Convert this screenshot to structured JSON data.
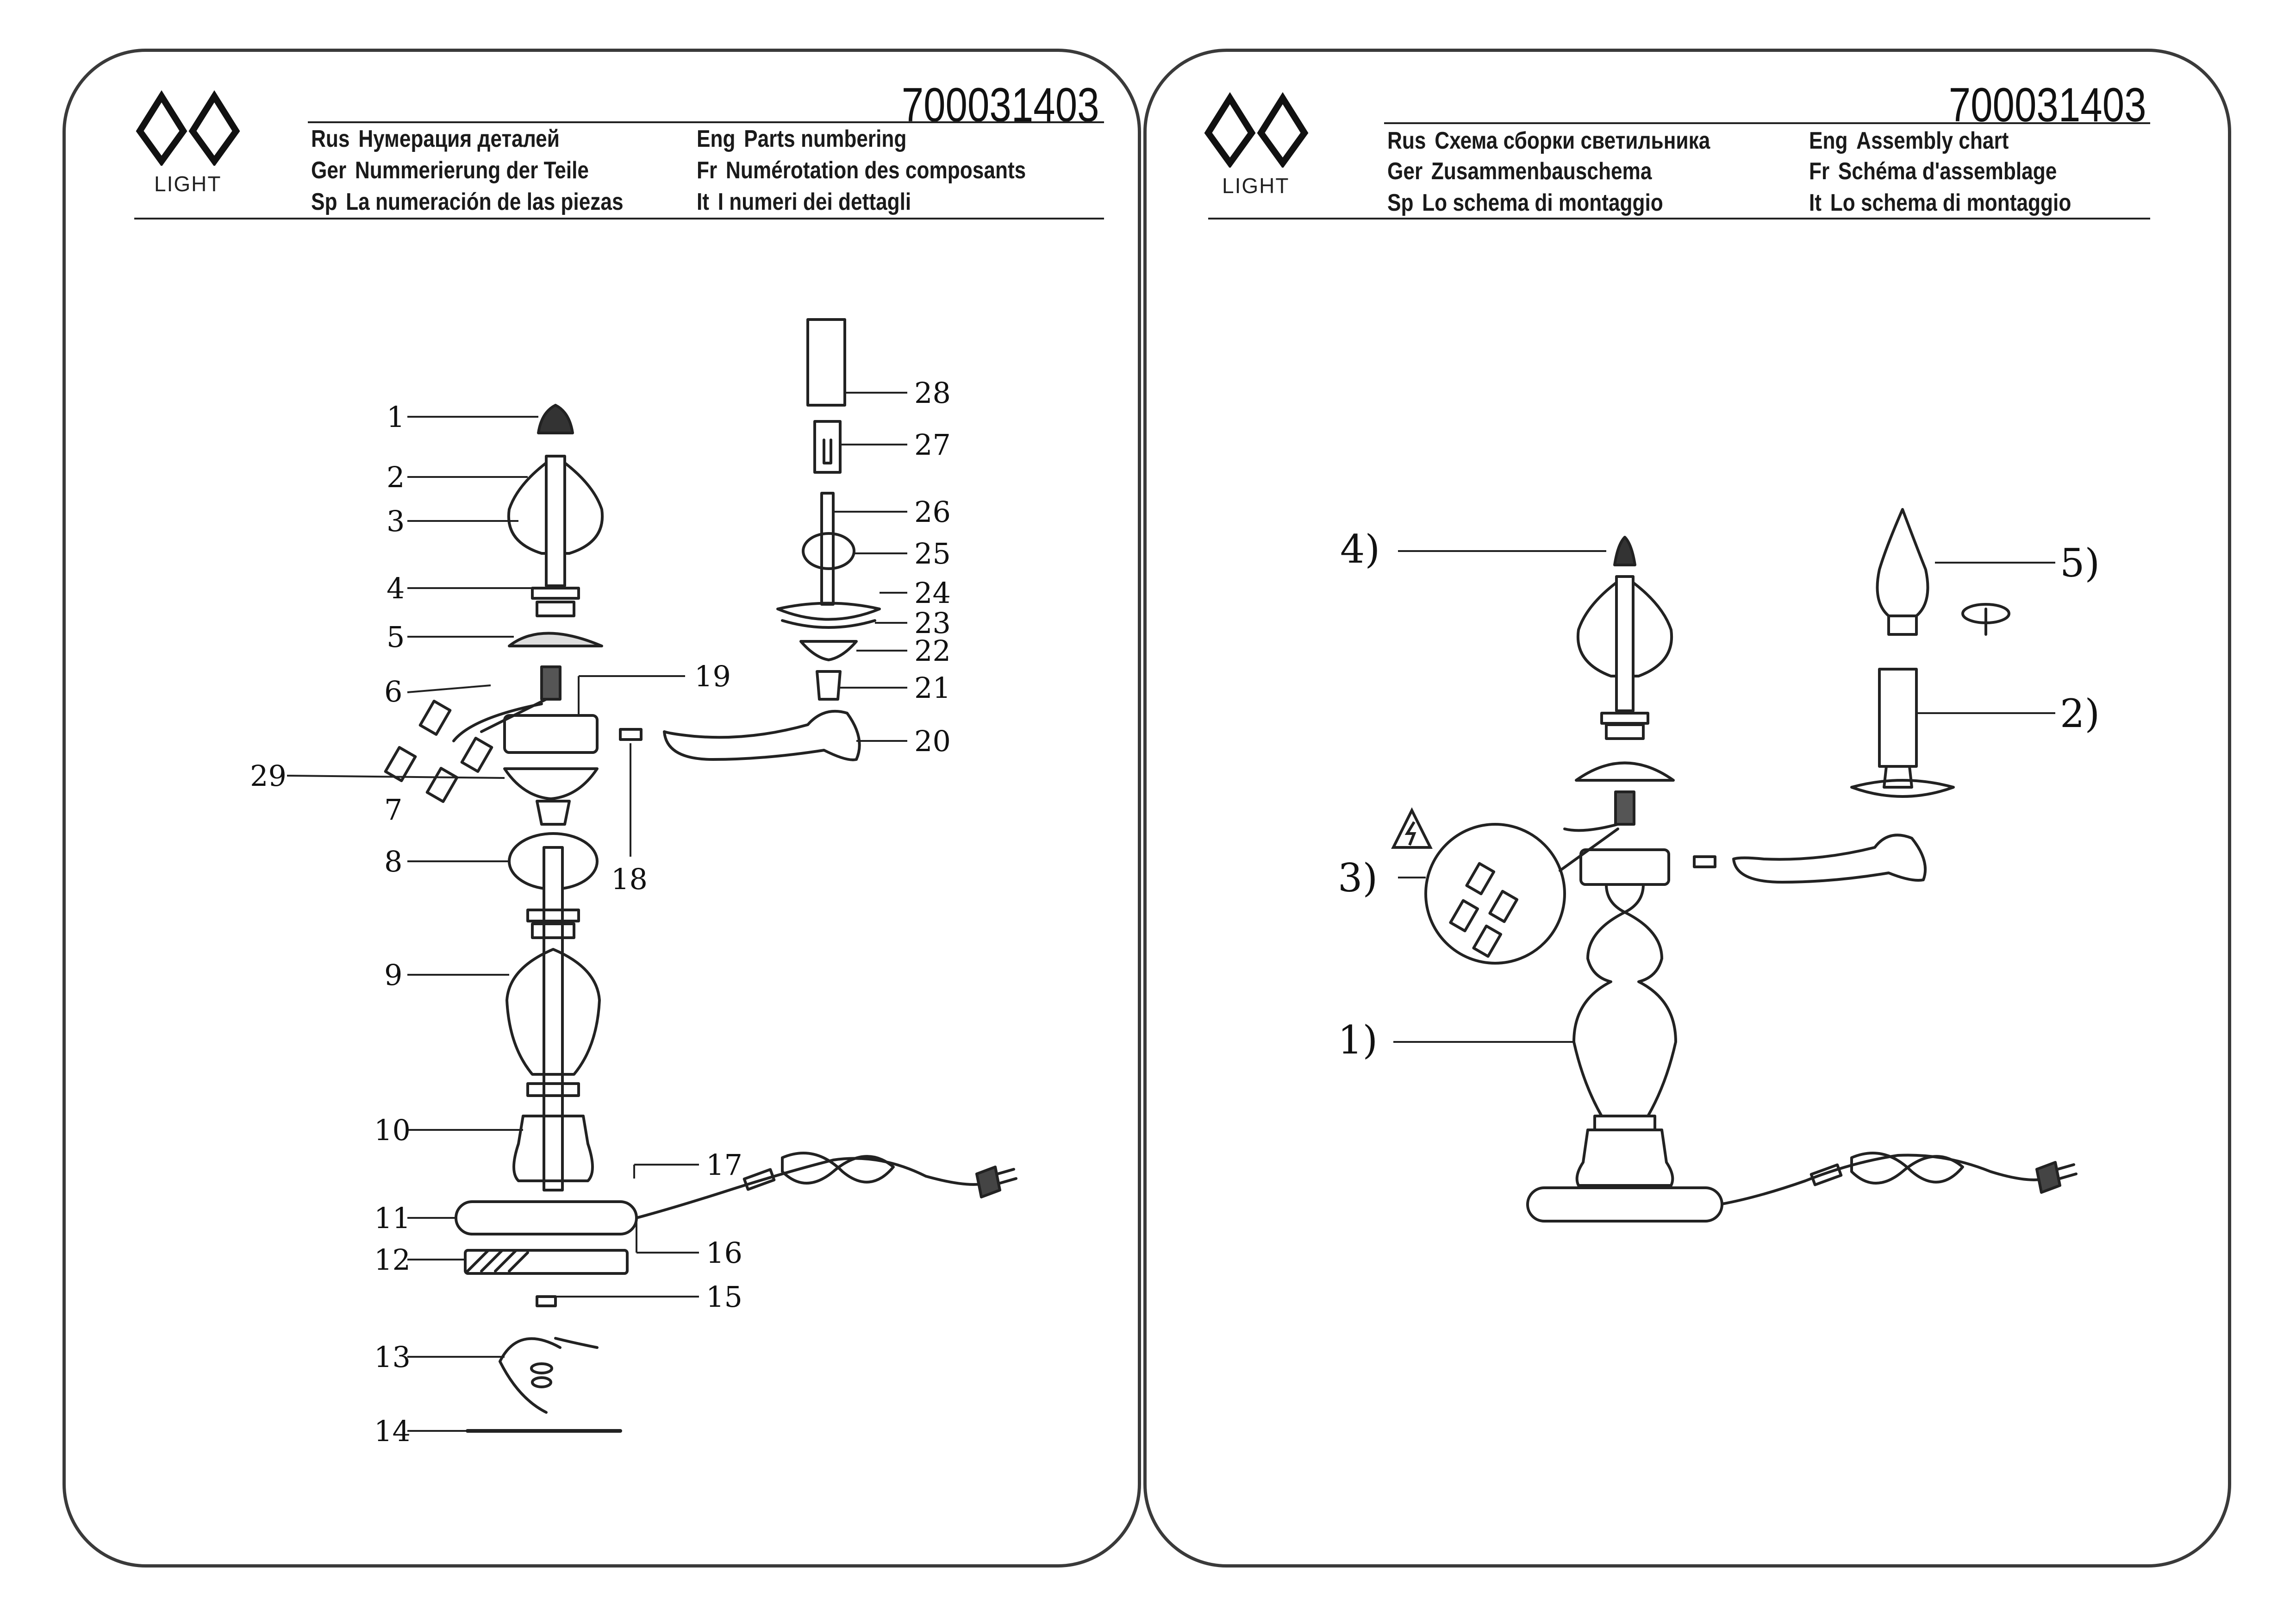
{
  "brand": {
    "logo_text": "LIGHT"
  },
  "left_page": {
    "doc_number": "700031403",
    "headers": [
      {
        "lang": "Rus",
        "text": "Нумерация деталей"
      },
      {
        "lang": "Eng",
        "text": "Parts numbering"
      },
      {
        "lang": "Ger",
        "text": "Nummerierung der Teile"
      },
      {
        "lang": "Fr",
        "text": "Numérotation des composants"
      },
      {
        "lang": "Sp",
        "text": "La numeración de las piezas"
      },
      {
        "lang": "It",
        "text": "I numeri dei dettagli"
      }
    ],
    "part_numbers": [
      "1",
      "2",
      "3",
      "4",
      "5",
      "6",
      "7",
      "8",
      "9",
      "10",
      "11",
      "12",
      "13",
      "14",
      "15",
      "16",
      "17",
      "18",
      "19",
      "20",
      "21",
      "22",
      "23",
      "24",
      "25",
      "26",
      "27",
      "28",
      "29"
    ]
  },
  "right_page": {
    "doc_number": "700031403",
    "headers": [
      {
        "lang": "Rus",
        "text": "Схема сборки светильника"
      },
      {
        "lang": "Eng",
        "text": "Assembly chart"
      },
      {
        "lang": "Ger",
        "text": "Zusammenbauschema"
      },
      {
        "lang": "Fr",
        "text": "Schéma d'assemblage"
      },
      {
        "lang": "Sp",
        "text": "Lo schema di montaggio"
      },
      {
        "lang": "It",
        "text": "Lo schema di montaggio"
      }
    ],
    "step_labels": [
      "1)",
      "2)",
      "3)",
      "4)",
      "5)"
    ]
  }
}
